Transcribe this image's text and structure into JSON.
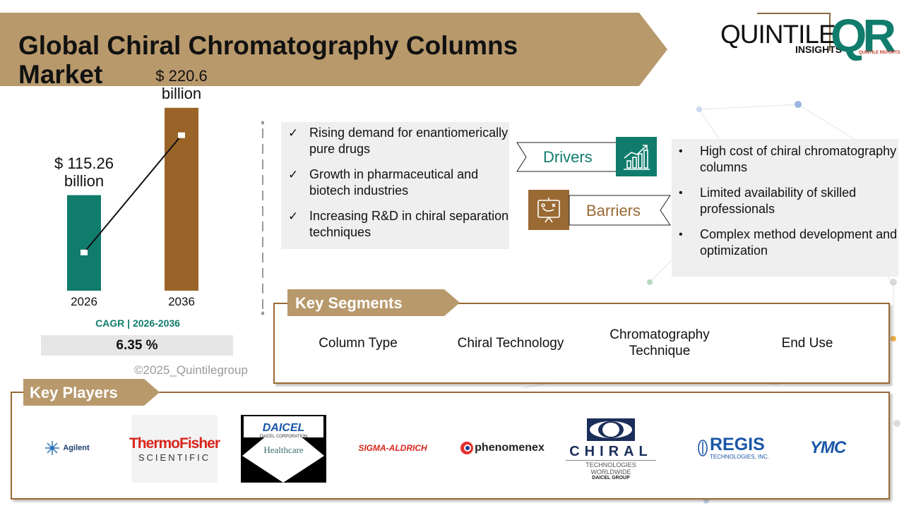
{
  "title": "Global Chiral Chromatography Columns Market",
  "logo": {
    "brand": "QUINTILE",
    "sub": "INSIGHTS",
    "mark": "QR",
    "mark_caption": "QUINTILE REPORTS"
  },
  "chart_data": {
    "type": "bar",
    "categories": [
      "2026",
      "2036"
    ],
    "values": [
      115.26,
      220.6
    ],
    "value_labels": [
      "$ 115.26\nbillion",
      "$ 220.6\nbillion"
    ],
    "colors": [
      "#107c6c",
      "#9a6428"
    ],
    "ylim": [
      0,
      240
    ],
    "trend_line": true
  },
  "cagr": {
    "label": "CAGR | 2026-2036",
    "value": "6.35 %"
  },
  "copyright": "©2025_Quintilegroup",
  "drivers": {
    "label": "Drivers",
    "items": [
      "Rising demand for enantiomerically pure drugs",
      "Growth in pharmaceutical and biotech industries",
      "Increasing R&D in chiral separation techniques"
    ]
  },
  "barriers": {
    "label": "Barriers",
    "items": [
      "High cost of chiral chromatography columns",
      "Limited availability of skilled professionals",
      "Complex method development and optimization"
    ]
  },
  "key_segments": {
    "label": "Key Segments",
    "items": [
      "Column Type",
      "Chiral Technology",
      "Chromatography Technique",
      "End Use"
    ]
  },
  "key_players": {
    "label": "Key Players",
    "items": [
      {
        "name": "Agilent"
      },
      {
        "name": "ThermoFisher",
        "sub": "SCIENTIFIC"
      },
      {
        "name": "DAICEL",
        "sub": "DAICEL CORPORATION",
        "extra": "Healthcare"
      },
      {
        "name": "SIGMA-ALDRICH"
      },
      {
        "name": "phenomenex"
      },
      {
        "name": "CHIRAL",
        "sub": "TECHNOLOGIES WORLDWIDE",
        "extra": "DAICEL GROUP"
      },
      {
        "name": "REGIS",
        "sub": "TECHNOLOGIES, INC."
      },
      {
        "name": "YMC"
      }
    ]
  },
  "colors": {
    "accent_brown": "#b8996c",
    "teal": "#107c6c",
    "bronze": "#9a6a35"
  }
}
